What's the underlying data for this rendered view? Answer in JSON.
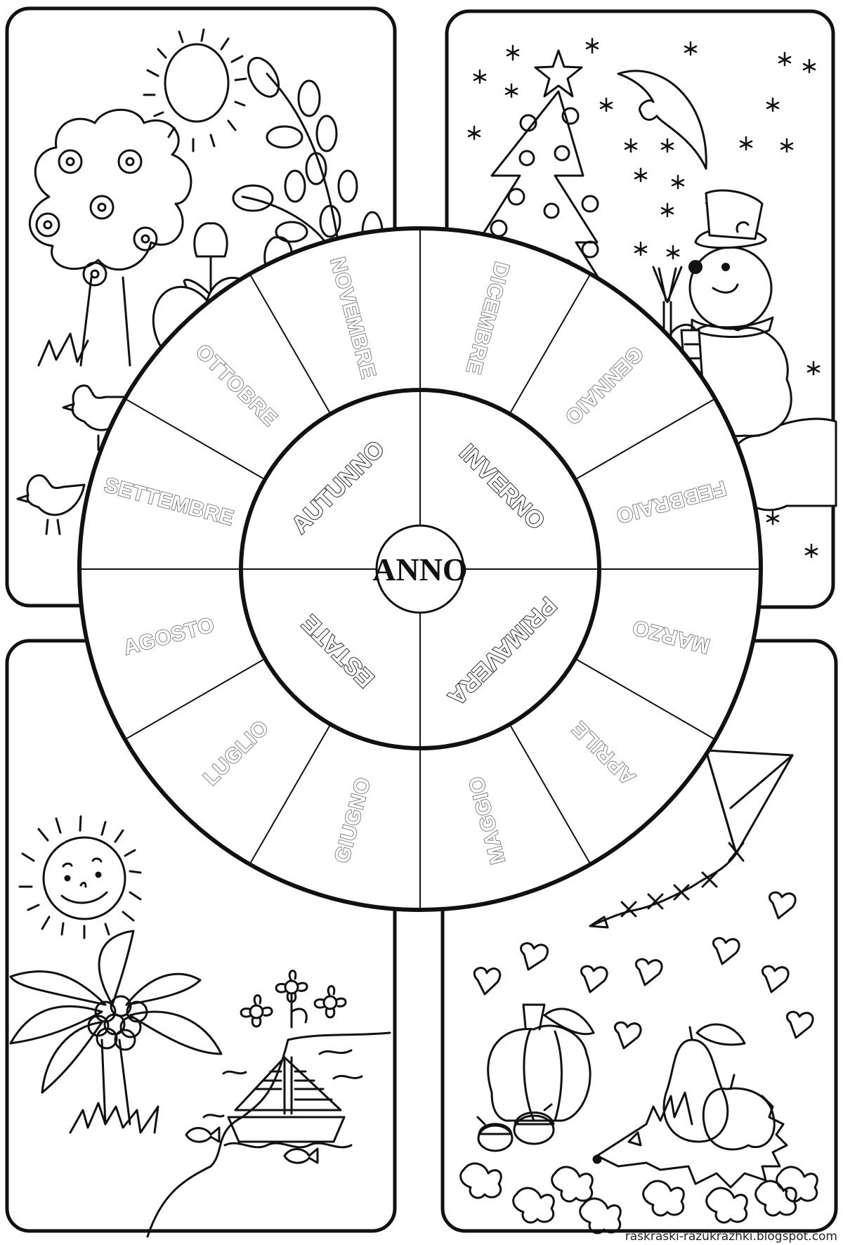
{
  "center": {
    "label": "ANNO"
  },
  "seasons": [
    {
      "name": "INVERNO",
      "quadrant": "top-right"
    },
    {
      "name": "PRIMAVERA",
      "quadrant": "bottom-right"
    },
    {
      "name": "ESTATE",
      "quadrant": "bottom-left"
    },
    {
      "name": "AUTUNNO",
      "quadrant": "top-left"
    }
  ],
  "months": [
    {
      "name": "DICEMBRE",
      "season": "INVERNO"
    },
    {
      "name": "GENNAIO",
      "season": "INVERNO"
    },
    {
      "name": "FEBBRAIO",
      "season": "INVERNO"
    },
    {
      "name": "MARZO",
      "season": "PRIMAVERA"
    },
    {
      "name": "APRILE",
      "season": "PRIMAVERA"
    },
    {
      "name": "MAGGIO",
      "season": "PRIMAVERA"
    },
    {
      "name": "GIUGNO",
      "season": "ESTATE"
    },
    {
      "name": "LUGLIO",
      "season": "ESTATE"
    },
    {
      "name": "AGOSTO",
      "season": "ESTATE"
    },
    {
      "name": "SETTEMBRE",
      "season": "AUTUNNO"
    },
    {
      "name": "OTTOBRE",
      "season": "AUTUNNO"
    },
    {
      "name": "NOVEMBRE",
      "season": "AUTUNNO"
    }
  ],
  "cards": [
    {
      "position": "top-left",
      "scene": "spring",
      "elements": [
        "sun",
        "blossoming-tree",
        "willow-branch",
        "tulips",
        "eggs",
        "chicks",
        "grass"
      ]
    },
    {
      "position": "top-right",
      "scene": "winter",
      "elements": [
        "christmas-tree",
        "crescent-moon",
        "snowflakes",
        "snowman",
        "gift-box",
        "broom",
        "snow-hill"
      ]
    },
    {
      "position": "bottom-left",
      "scene": "summer",
      "elements": [
        "smiling-sun",
        "palm-tree",
        "flowers",
        "sailboat",
        "fish",
        "sea-waves",
        "grass"
      ]
    },
    {
      "position": "bottom-right",
      "scene": "autumn",
      "elements": [
        "kite",
        "falling-leaves",
        "pumpkin",
        "acorns",
        "pear",
        "apple",
        "hedgehog",
        "oak-leaves"
      ]
    }
  ],
  "watermark": "raskraski-razukrazhki.blogspot.com",
  "colors": {
    "line": "#111111",
    "month_outline": "#666666",
    "background": "#ffffff"
  }
}
